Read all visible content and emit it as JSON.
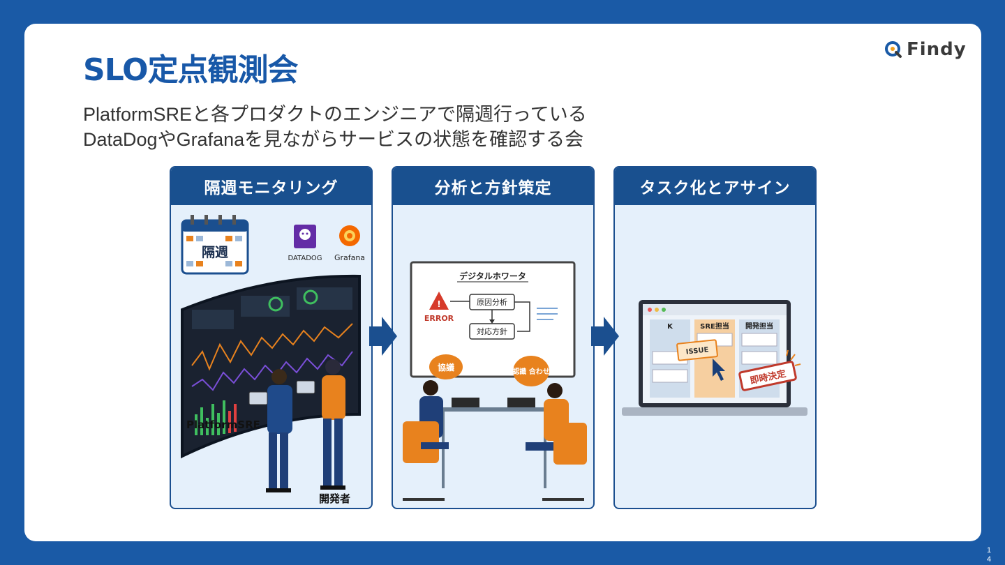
{
  "slide": {
    "title": "SLO定点観測会",
    "subtitle_lines": [
      "PlatformSREと各プロダクトのエンジニアで隔週行っている",
      "DataDogやGrafanaを見ながらサービスの状態を確認する会"
    ],
    "page_number": "14"
  },
  "brand": {
    "name": "Findy",
    "icon": "findy-logo-icon"
  },
  "panels": [
    {
      "heading": "隔週モニタリング",
      "calendar_label": "隔週",
      "tools": [
        "DATADOG",
        "Grafana"
      ],
      "people": [
        "PlatformSRE",
        "開発者"
      ]
    },
    {
      "heading": "分析と方針策定",
      "whiteboard_title": "デジタルホワータ",
      "error_label": "ERROR",
      "flow": [
        "原因分析",
        "対応方針"
      ],
      "bubbles": [
        "協議",
        "認識 合わせ"
      ]
    },
    {
      "heading": "タスク化とアサイン",
      "board_columns": [
        "K",
        "SRE担当",
        "開発担当"
      ],
      "card_label": "ISSUE",
      "stamp": "即時決定"
    }
  ],
  "colors": {
    "background": "#1a5aa6",
    "title": "#1858a8",
    "panel_header": "#19508f",
    "panel_body": "#e5f0fb",
    "accent_orange": "#e8821e"
  }
}
